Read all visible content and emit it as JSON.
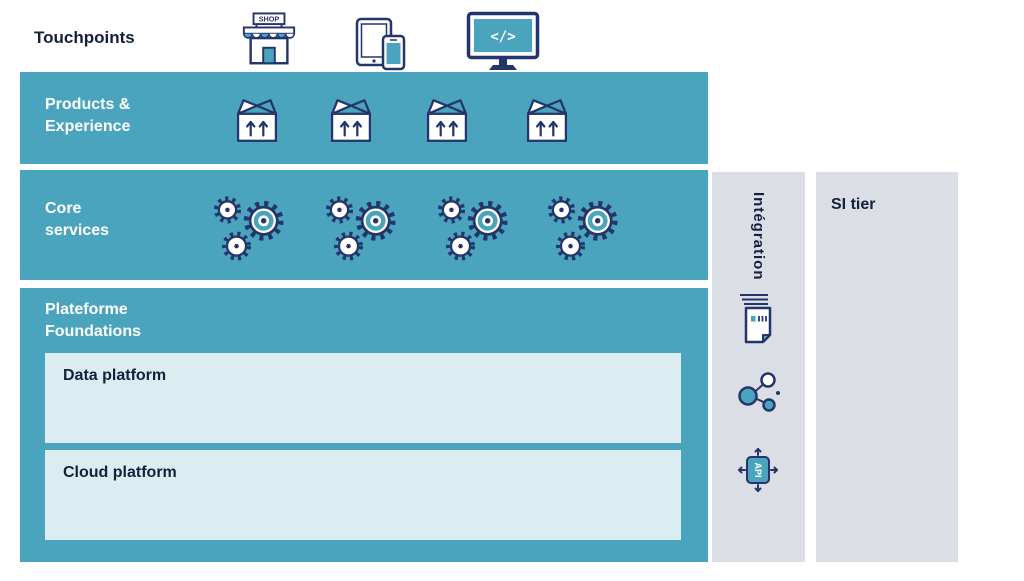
{
  "colors": {
    "teal": "#4BA4BD",
    "panel_light": "#DCEDF2",
    "column_gray": "#DCDEE6",
    "icon_navy": "#24356B",
    "heading_navy": "#14203C",
    "white": "#FFFFFF"
  },
  "touchpoints": {
    "label": "Touchpoints"
  },
  "bands": {
    "products": {
      "label": "Products &\nExperience"
    },
    "core": {
      "label": "Core\nservices"
    },
    "foundations": {
      "label": "Plateforme\nFoundations",
      "panels": [
        {
          "label": "Data platform"
        },
        {
          "label": "Cloud platform"
        }
      ]
    }
  },
  "columns": {
    "integration": {
      "label": "Intégration"
    },
    "si_tier": {
      "label": "SI tier"
    }
  },
  "icons": {
    "shop_sign": "SHOP",
    "code_glyph": "</>",
    "api_label": "API"
  }
}
